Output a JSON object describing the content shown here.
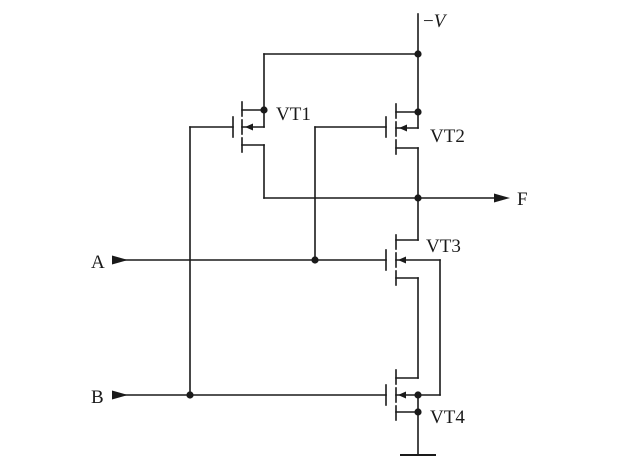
{
  "supply": {
    "sign": "−",
    "symbol": "V"
  },
  "transistors": {
    "vt1": "VT1",
    "vt2": "VT2",
    "vt3": "VT3",
    "vt4": "VT4"
  },
  "inputs": {
    "a": "A",
    "b": "B"
  },
  "output": {
    "f": "F"
  }
}
